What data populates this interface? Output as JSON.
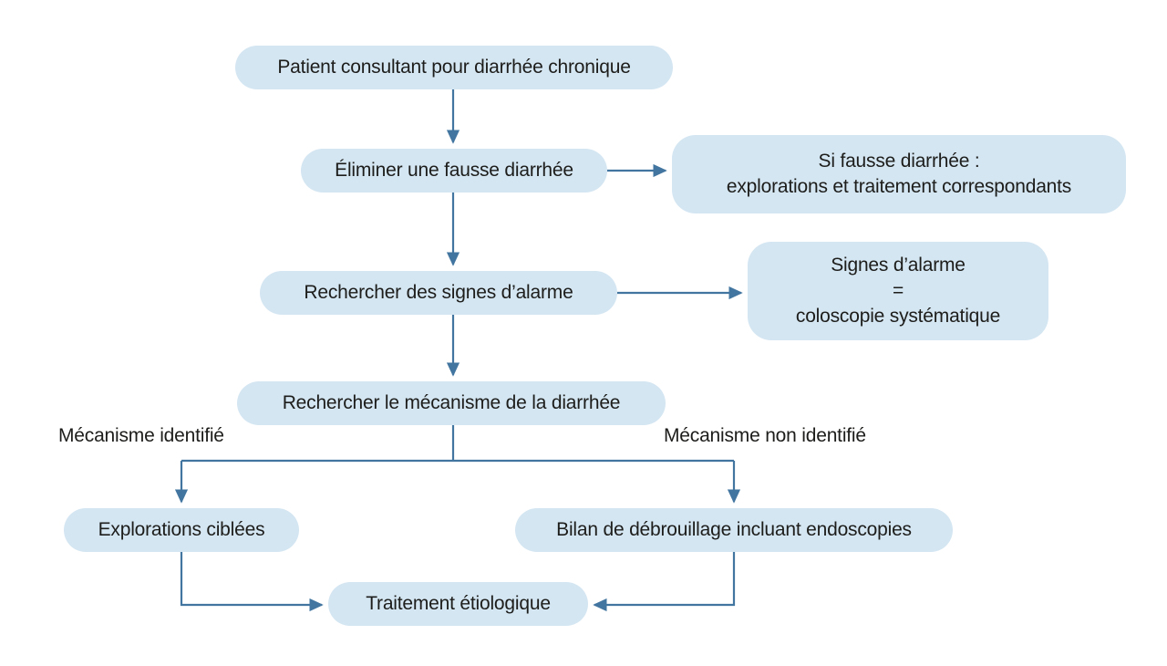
{
  "diagram": {
    "nodes": {
      "patient": {
        "label": "Patient consultant pour diarrhée chronique"
      },
      "eliminer": {
        "label": "Éliminer une fausse diarrhée"
      },
      "si_fausse": {
        "line1": "Si fausse diarrhée :",
        "line2": "explorations et traitement correspondants"
      },
      "signes_alarme": {
        "label": "Rechercher des signes d’alarme"
      },
      "coloscopie": {
        "line1": "Signes d’alarme",
        "line2": "=",
        "line3": "coloscopie systématique"
      },
      "mecanisme": {
        "label": "Rechercher le mécanisme de la diarrhée"
      },
      "explorations": {
        "label": "Explorations ciblées"
      },
      "bilan": {
        "label": "Bilan de débrouillage incluant endoscopies"
      },
      "traitement": {
        "label": "Traitement étiologique"
      }
    },
    "branch_labels": {
      "left": "Mécanisme identifié",
      "right": "Mécanisme non identifié"
    },
    "edges": [
      {
        "from": "patient",
        "to": "eliminer",
        "type": "arrow-down"
      },
      {
        "from": "eliminer",
        "to": "si_fausse",
        "type": "arrow-right"
      },
      {
        "from": "eliminer",
        "to": "signes_alarme",
        "type": "arrow-down"
      },
      {
        "from": "signes_alarme",
        "to": "coloscopie",
        "type": "arrow-right"
      },
      {
        "from": "signes_alarme",
        "to": "mecanisme",
        "type": "arrow-down"
      },
      {
        "from": "mecanisme",
        "to": "explorations",
        "type": "branch-left",
        "label": "Mécanisme identifié"
      },
      {
        "from": "mecanisme",
        "to": "bilan",
        "type": "branch-right",
        "label": "Mécanisme non identifié"
      },
      {
        "from": "explorations",
        "to": "traitement",
        "type": "elbow-right"
      },
      {
        "from": "bilan",
        "to": "traitement",
        "type": "elbow-left"
      }
    ]
  },
  "colors": {
    "node_fill": "#d4e6f2",
    "arrow": "#42759f",
    "text": "#1d1d1b",
    "background": "#ffffff"
  }
}
